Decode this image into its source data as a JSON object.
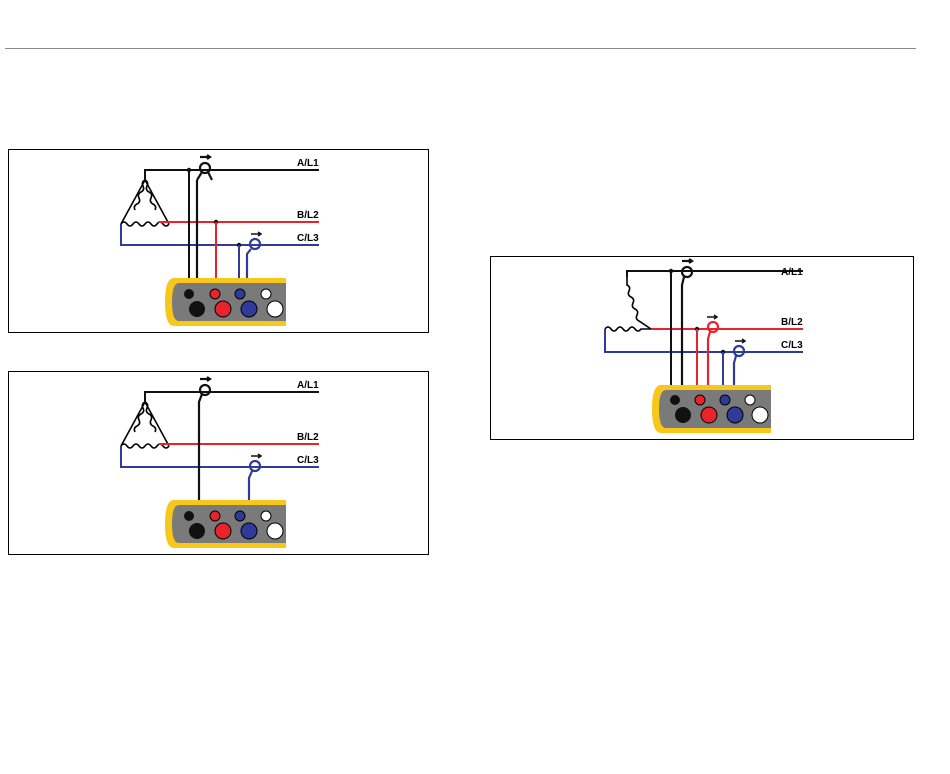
{
  "diagrams": [
    {
      "id": "a",
      "labels": {
        "l1": "A/L1",
        "l2": "B/L2",
        "l3": "C/L3"
      }
    },
    {
      "id": "b",
      "labels": {
        "l1": "A/L1",
        "l2": "B/L2",
        "l3": "C/L3"
      }
    },
    {
      "id": "c",
      "labels": {
        "l1": "A/L1",
        "l2": "B/L2",
        "l3": "C/L3"
      }
    }
  ],
  "colors": {
    "phase_a": "#111111",
    "phase_b": "#e8232b",
    "phase_c": "#2e3b99",
    "meter_body": "#7a7a7a",
    "meter_rim": "#f7c81b"
  }
}
